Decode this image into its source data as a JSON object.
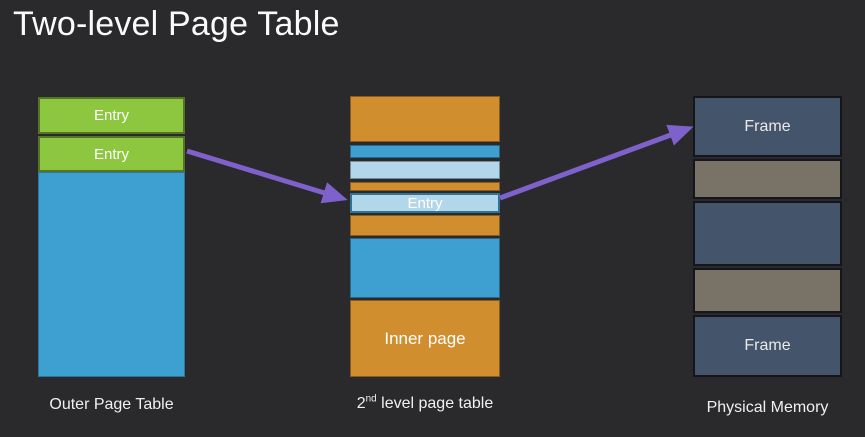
{
  "slide": {
    "title": "Two-level Page Table"
  },
  "colors": {
    "background": "#2a2a2c",
    "title-text": "#fafafa",
    "label-text": "#f0f0f0",
    "green": "#8dc63f",
    "green-border": "#567426",
    "blue": "#3e9fd1",
    "orange": "#d18e2f",
    "light-blue": "#b3d7ea",
    "light-blue-border": "#2f7396",
    "slate": "#44546a",
    "gray": "#797267",
    "frame-border": "#14161c",
    "purple": "#7e61cb"
  },
  "outer_table": {
    "entry1": "Entry",
    "entry2": "Entry",
    "label": "Outer Page Table"
  },
  "second_level": {
    "entry": "Entry",
    "inner": "Inner page",
    "label_num": "2",
    "label_sup": "nd",
    "label_rest": " level page table"
  },
  "physical_memory": {
    "frame_top": "Frame",
    "frame_bottom": "Frame",
    "label": "Physical Memory"
  }
}
